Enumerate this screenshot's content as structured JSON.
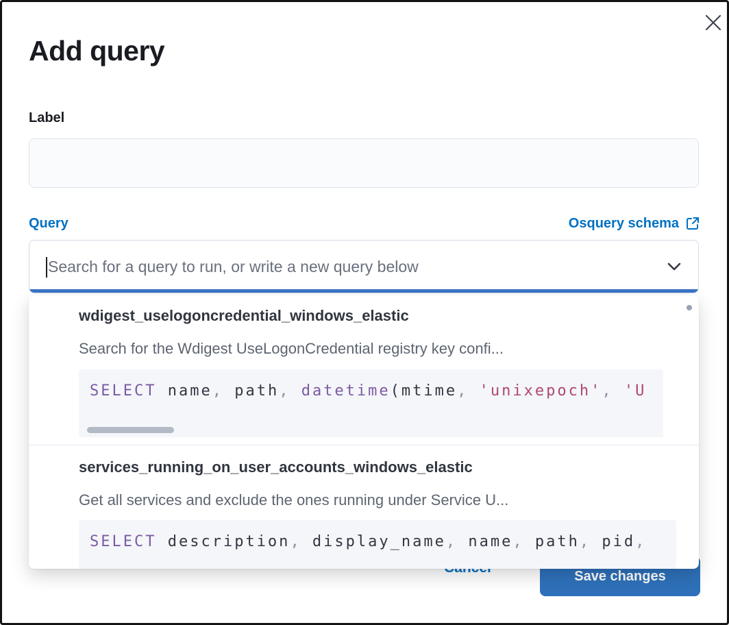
{
  "modal": {
    "title": "Add query"
  },
  "colors": {
    "primary_text": "#0071c2",
    "primary_button": "#2e71ba",
    "focus_underline": "#3b74c8",
    "keyword": "#7c5aa2",
    "string": "#b0486f",
    "code_plain": "#343741",
    "code_punct": "#8a91a0"
  },
  "icons": {
    "close": "✕",
    "chevron_down": "⌄",
    "external_link": "↗"
  },
  "form": {
    "label_field": {
      "label": "Label",
      "value": ""
    },
    "query_field": {
      "label": "Query",
      "schema_link": {
        "label": "Osquery schema"
      },
      "search_placeholder": "Search for a query to run, or write a new query below",
      "search_value": ""
    }
  },
  "dropdown": {
    "options": [
      {
        "title": "wdigest_uselogoncredential_windows_elastic",
        "description": "Search for the Wdigest UseLogonCredential registry key confi...",
        "code": [
          {
            "type": "keyword",
            "text": "SELECT"
          },
          {
            "type": "plain",
            "text": " name"
          },
          {
            "type": "punct",
            "text": ","
          },
          {
            "type": "plain",
            "text": " path"
          },
          {
            "type": "punct",
            "text": ","
          },
          {
            "type": "keyword",
            "text": " datetime"
          },
          {
            "type": "plain",
            "text": "(mtime"
          },
          {
            "type": "punct",
            "text": ","
          },
          {
            "type": "string",
            "text": " 'unixepoch'"
          },
          {
            "type": "punct",
            "text": ","
          },
          {
            "type": "string",
            "text": " 'U"
          }
        ]
      },
      {
        "title": "services_running_on_user_accounts_windows_elastic",
        "description": "Get all services and exclude the ones running under Service U...",
        "code": [
          {
            "type": "keyword",
            "text": "SELECT"
          },
          {
            "type": "plain",
            "text": " description"
          },
          {
            "type": "punct",
            "text": ","
          },
          {
            "type": "plain",
            "text": " display_name"
          },
          {
            "type": "punct",
            "text": ","
          },
          {
            "type": "plain",
            "text": " name"
          },
          {
            "type": "punct",
            "text": ","
          },
          {
            "type": "plain",
            "text": " path"
          },
          {
            "type": "punct",
            "text": ","
          },
          {
            "type": "plain",
            "text": " pid"
          },
          {
            "type": "punct",
            "text": ","
          }
        ]
      }
    ]
  },
  "footer": {
    "cancel_label": "Cancel",
    "save_label": "Save changes"
  }
}
